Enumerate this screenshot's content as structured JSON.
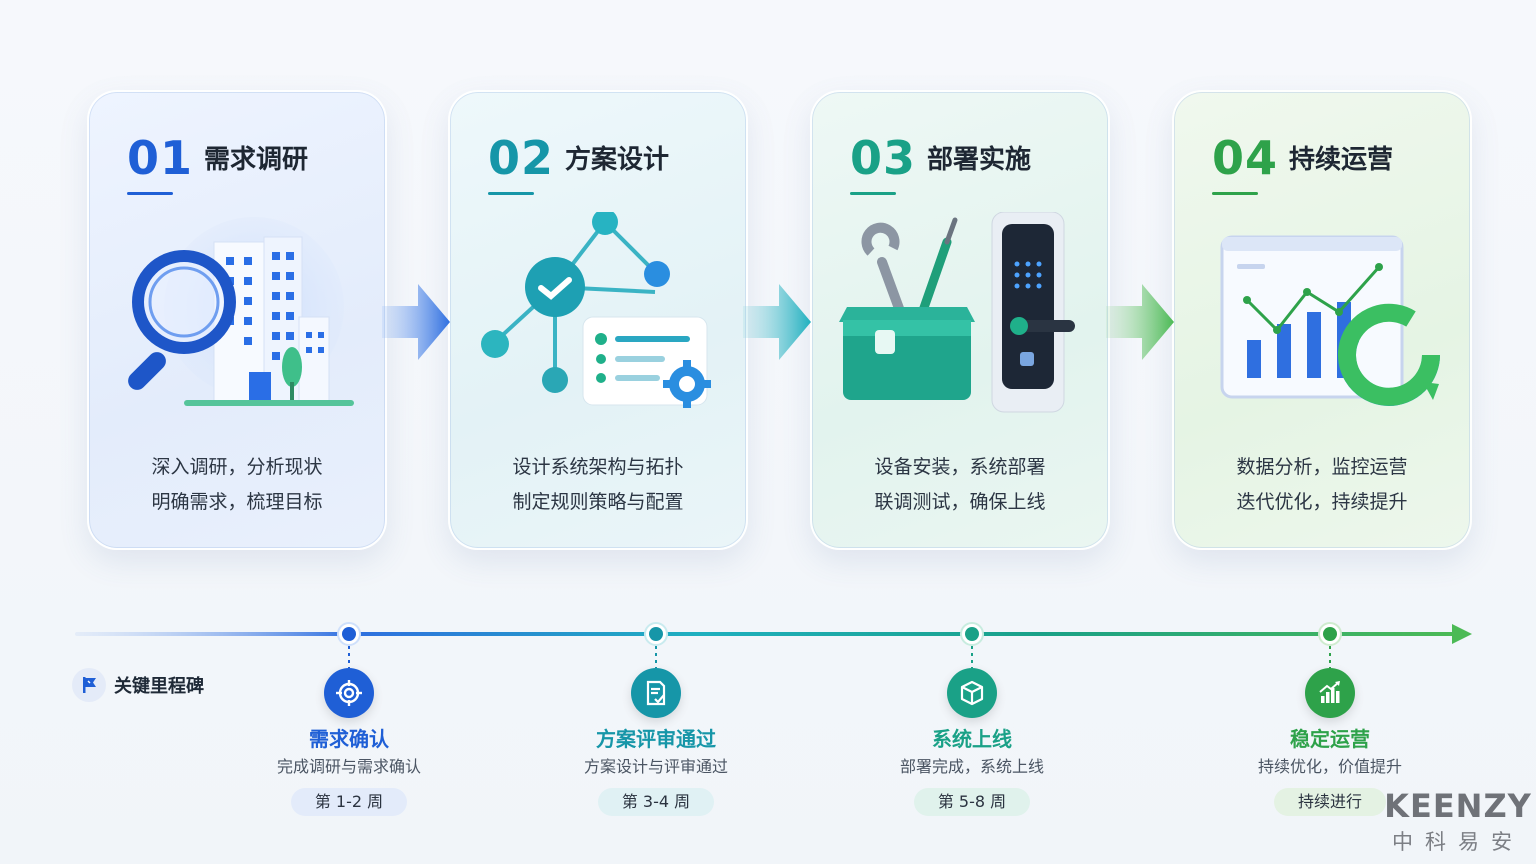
{
  "steps": [
    {
      "number": "01",
      "title": "需求调研",
      "desc": [
        "深入调研，分析现状",
        "明确需求，梳理目标"
      ],
      "color": "#1f5fd6"
    },
    {
      "number": "02",
      "title": "方案设计",
      "desc": [
        "设计系统架构与拓扑",
        "制定规则策略与配置"
      ],
      "color": "#1696a8"
    },
    {
      "number": "03",
      "title": "部署实施",
      "desc": [
        "设备安装，系统部署",
        "联调测试，确保上线"
      ],
      "color": "#1aa187"
    },
    {
      "number": "04",
      "title": "持续运营",
      "desc": [
        "数据分析，监控运营",
        "迭代优化，持续提升"
      ],
      "color": "#2ea24a"
    }
  ],
  "legend": {
    "label": "关键里程碑",
    "icon": "flag-icon"
  },
  "milestones": [
    {
      "title": "需求确认",
      "subtitle": "完成调研与需求确认",
      "period": "第 1-2 周",
      "color": "#1f5fd6",
      "icon": "target-icon"
    },
    {
      "title": "方案评审通过",
      "subtitle": "方案设计与评审通过",
      "period": "第 3-4 周",
      "color": "#1696a8",
      "icon": "document-check-icon"
    },
    {
      "title": "系统上线",
      "subtitle": "部署完成，系统上线",
      "period": "第 5-8 周",
      "color": "#1aa187",
      "icon": "cube-icon"
    },
    {
      "title": "稳定运营",
      "subtitle": "持续优化，价值提升",
      "period": "持续进行",
      "color": "#2ea24a",
      "icon": "growth-chart-icon"
    }
  ],
  "brand": {
    "en": "KEENZY",
    "cn": "中科易安"
  }
}
